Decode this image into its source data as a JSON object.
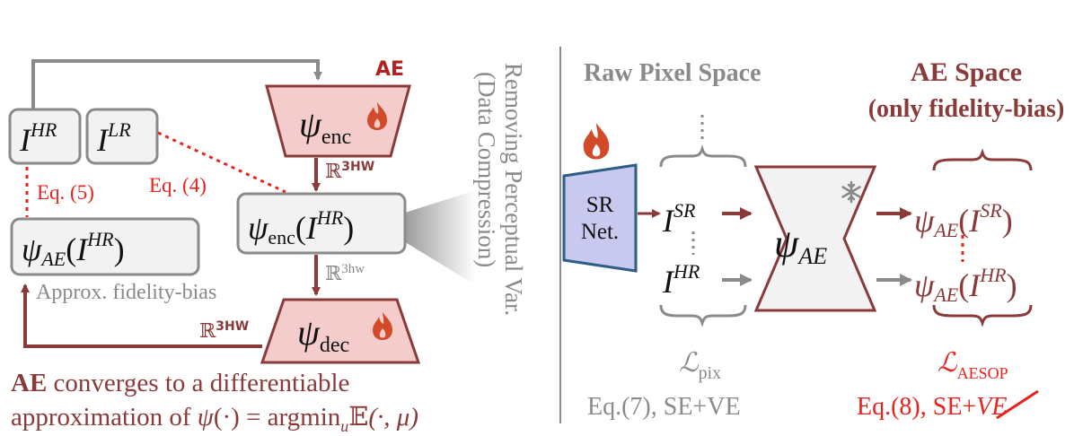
{
  "colors": {
    "dark_red": "#8B3A3A",
    "red": "#E8231E",
    "gray": "#8A8A8A",
    "box_fill": "#F2F2F2",
    "pink_fill": "#F4CCCC",
    "blue_fill": "#C9C8EE",
    "blue_stroke": "#2D5E86"
  },
  "left": {
    "ae_tag": "AE",
    "enc_symbol": "ψ",
    "enc_sub": "enc",
    "dec_symbol": "ψ",
    "dec_sub": "dec",
    "ihr_base": "I",
    "ihr_sup": "HR",
    "ilr_base": "I",
    "ilr_sup": "LR",
    "enc_ihr_symbol": "ψ",
    "enc_ihr_sub": "enc",
    "enc_ihr_open": "(",
    "enc_ihr_base": "I",
    "enc_ihr_sup": "HR",
    "enc_ihr_close": ")",
    "ae_ihr_symbol": "ψ",
    "ae_ihr_sub": "AE",
    "ae_ihr_open": "(",
    "ae_ihr_base": "I",
    "ae_ihr_sup": "HR",
    "ae_ihr_close": ")",
    "dim_enc_base": "ℝ",
    "dim_enc_sup": "3HW",
    "dim_lat_base": "ℝ",
    "dim_lat_sup": "3hw",
    "dim_dec_base": "ℝ",
    "dim_dec_sup": "3HW",
    "eq5": "Eq. (5)",
    "eq4": "Eq. (4)",
    "approx_label": "Approx. fidelity-bias",
    "caption_ae": "AE",
    "caption_line1_rest": " converges to a differentiable",
    "caption_line2_prefix": "approximation of ",
    "caption_psi": "ψ",
    "caption_eq": "(·) = argmin",
    "caption_mu_sub": "u",
    "caption_E": "𝔼",
    "caption_tail": "(·, μ)"
  },
  "middle": {
    "line1": "Removing Perceptual Var.",
    "line2": "(Data Compression)"
  },
  "right": {
    "raw_title": "Raw Pixel Space",
    "ae_title_line1": "AE Space",
    "ae_title_line2": "(only fidelity-bias)",
    "sr_net_line1": "SR",
    "sr_net_line2": "Net.",
    "isr_base": "I",
    "isr_sup": "SR",
    "ihr_base": "I",
    "ihr_sup": "HR",
    "psi_ae_symbol": "ψ",
    "psi_ae_sub": "AE",
    "out_sr_symbol": "ψ",
    "out_sr_sub": "AE",
    "out_sr_open": "(",
    "out_sr_base": "I",
    "out_sr_sup": "SR",
    "out_sr_close": ")",
    "out_hr_symbol": "ψ",
    "out_hr_sub": "AE",
    "out_hr_open": "(",
    "out_hr_base": "I",
    "out_hr_sup": "HR",
    "out_hr_close": ")",
    "lpix_base": "ℒ",
    "lpix_sub": "pix",
    "laesop_base": "ℒ",
    "laesop_sub": "AESOP",
    "eq7": "Eq.(7), SE+VE",
    "eq8_prefix": "Eq.(8), SE+",
    "eq8_struck": "VE"
  },
  "icons": [
    "fire-icon",
    "snowflake-icon"
  ]
}
